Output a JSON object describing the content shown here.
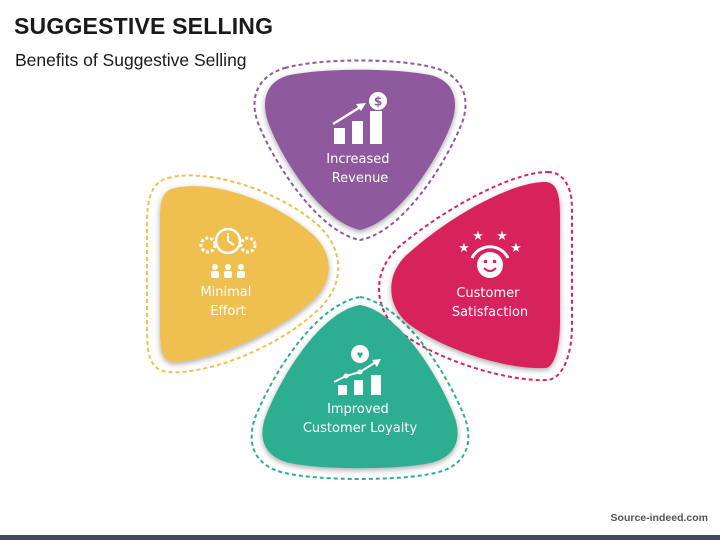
{
  "header": {
    "title": "SUGGESTIVE SELLING",
    "subtitle": "Benefits of Suggestive Selling"
  },
  "petals": [
    {
      "id": "increased-revenue",
      "line1": "Increased",
      "line2": "Revenue",
      "color": "#8e5a9d",
      "icon": "revenue-growth-icon"
    },
    {
      "id": "customer-satisfaction",
      "line1": "Customer",
      "line2": "Satisfaction",
      "color": "#d8245c",
      "icon": "happy-face-stars-icon"
    },
    {
      "id": "improved-customer-loyalty",
      "line1": "Improved",
      "line2": "Customer Loyalty",
      "color": "#2eae91",
      "icon": "loyalty-chart-icon"
    },
    {
      "id": "minimal-effort",
      "line1": "Minimal",
      "line2": "Effort",
      "color": "#efbf4f",
      "icon": "clock-gears-people-icon"
    }
  ],
  "footer": {
    "source": "Source-indeed.com"
  }
}
